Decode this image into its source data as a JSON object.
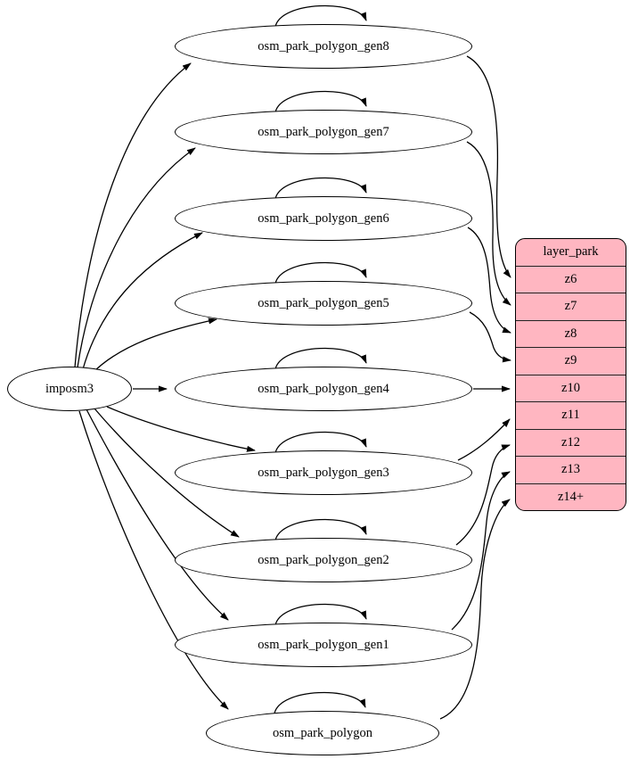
{
  "diagram": {
    "kind": "etl-graph",
    "source_node": {
      "label": "imposm3"
    },
    "table_nodes": [
      {
        "label": "osm_park_polygon_gen8"
      },
      {
        "label": "osm_park_polygon_gen7"
      },
      {
        "label": "osm_park_polygon_gen6"
      },
      {
        "label": "osm_park_polygon_gen5"
      },
      {
        "label": "osm_park_polygon_gen4"
      },
      {
        "label": "osm_park_polygon_gen3"
      },
      {
        "label": "osm_park_polygon_gen2"
      },
      {
        "label": "osm_park_polygon_gen1"
      },
      {
        "label": "osm_park_polygon"
      }
    ],
    "layer": {
      "title": "layer_park",
      "zoom_rows": [
        "z6",
        "z7",
        "z8",
        "z9",
        "z10",
        "z11",
        "z12",
        "z13",
        "z14+"
      ]
    },
    "edges": [
      {
        "from": "imposm3",
        "to": "osm_park_polygon_gen8"
      },
      {
        "from": "imposm3",
        "to": "osm_park_polygon_gen7"
      },
      {
        "from": "imposm3",
        "to": "osm_park_polygon_gen6"
      },
      {
        "from": "imposm3",
        "to": "osm_park_polygon_gen5"
      },
      {
        "from": "imposm3",
        "to": "osm_park_polygon_gen4"
      },
      {
        "from": "imposm3",
        "to": "osm_park_polygon_gen3"
      },
      {
        "from": "imposm3",
        "to": "osm_park_polygon_gen2"
      },
      {
        "from": "imposm3",
        "to": "osm_park_polygon_gen1"
      },
      {
        "from": "imposm3",
        "to": "osm_park_polygon"
      },
      {
        "from": "osm_park_polygon_gen8",
        "to": "osm_park_polygon_gen8",
        "type": "self-loop"
      },
      {
        "from": "osm_park_polygon_gen7",
        "to": "osm_park_polygon_gen7",
        "type": "self-loop"
      },
      {
        "from": "osm_park_polygon_gen6",
        "to": "osm_park_polygon_gen6",
        "type": "self-loop"
      },
      {
        "from": "osm_park_polygon_gen5",
        "to": "osm_park_polygon_gen5",
        "type": "self-loop"
      },
      {
        "from": "osm_park_polygon_gen4",
        "to": "osm_park_polygon_gen4",
        "type": "self-loop"
      },
      {
        "from": "osm_park_polygon_gen3",
        "to": "osm_park_polygon_gen3",
        "type": "self-loop"
      },
      {
        "from": "osm_park_polygon_gen2",
        "to": "osm_park_polygon_gen2",
        "type": "self-loop"
      },
      {
        "from": "osm_park_polygon_gen1",
        "to": "osm_park_polygon_gen1",
        "type": "self-loop"
      },
      {
        "from": "osm_park_polygon",
        "to": "osm_park_polygon",
        "type": "self-loop"
      },
      {
        "from": "osm_park_polygon_gen8",
        "to": "layer_park.z6"
      },
      {
        "from": "osm_park_polygon_gen7",
        "to": "layer_park.z7"
      },
      {
        "from": "osm_park_polygon_gen6",
        "to": "layer_park.z8"
      },
      {
        "from": "osm_park_polygon_gen5",
        "to": "layer_park.z9"
      },
      {
        "from": "osm_park_polygon_gen4",
        "to": "layer_park.z10"
      },
      {
        "from": "osm_park_polygon_gen3",
        "to": "layer_park.z11"
      },
      {
        "from": "osm_park_polygon_gen2",
        "to": "layer_park.z12"
      },
      {
        "from": "osm_park_polygon_gen1",
        "to": "layer_park.z13"
      },
      {
        "from": "osm_park_polygon",
        "to": "layer_park.z14+"
      }
    ],
    "colors": {
      "layer_fill": "#FFB6C1",
      "node_fill": "#FFFFFF",
      "stroke": "#000000",
      "background": "#FFFFFF"
    }
  }
}
